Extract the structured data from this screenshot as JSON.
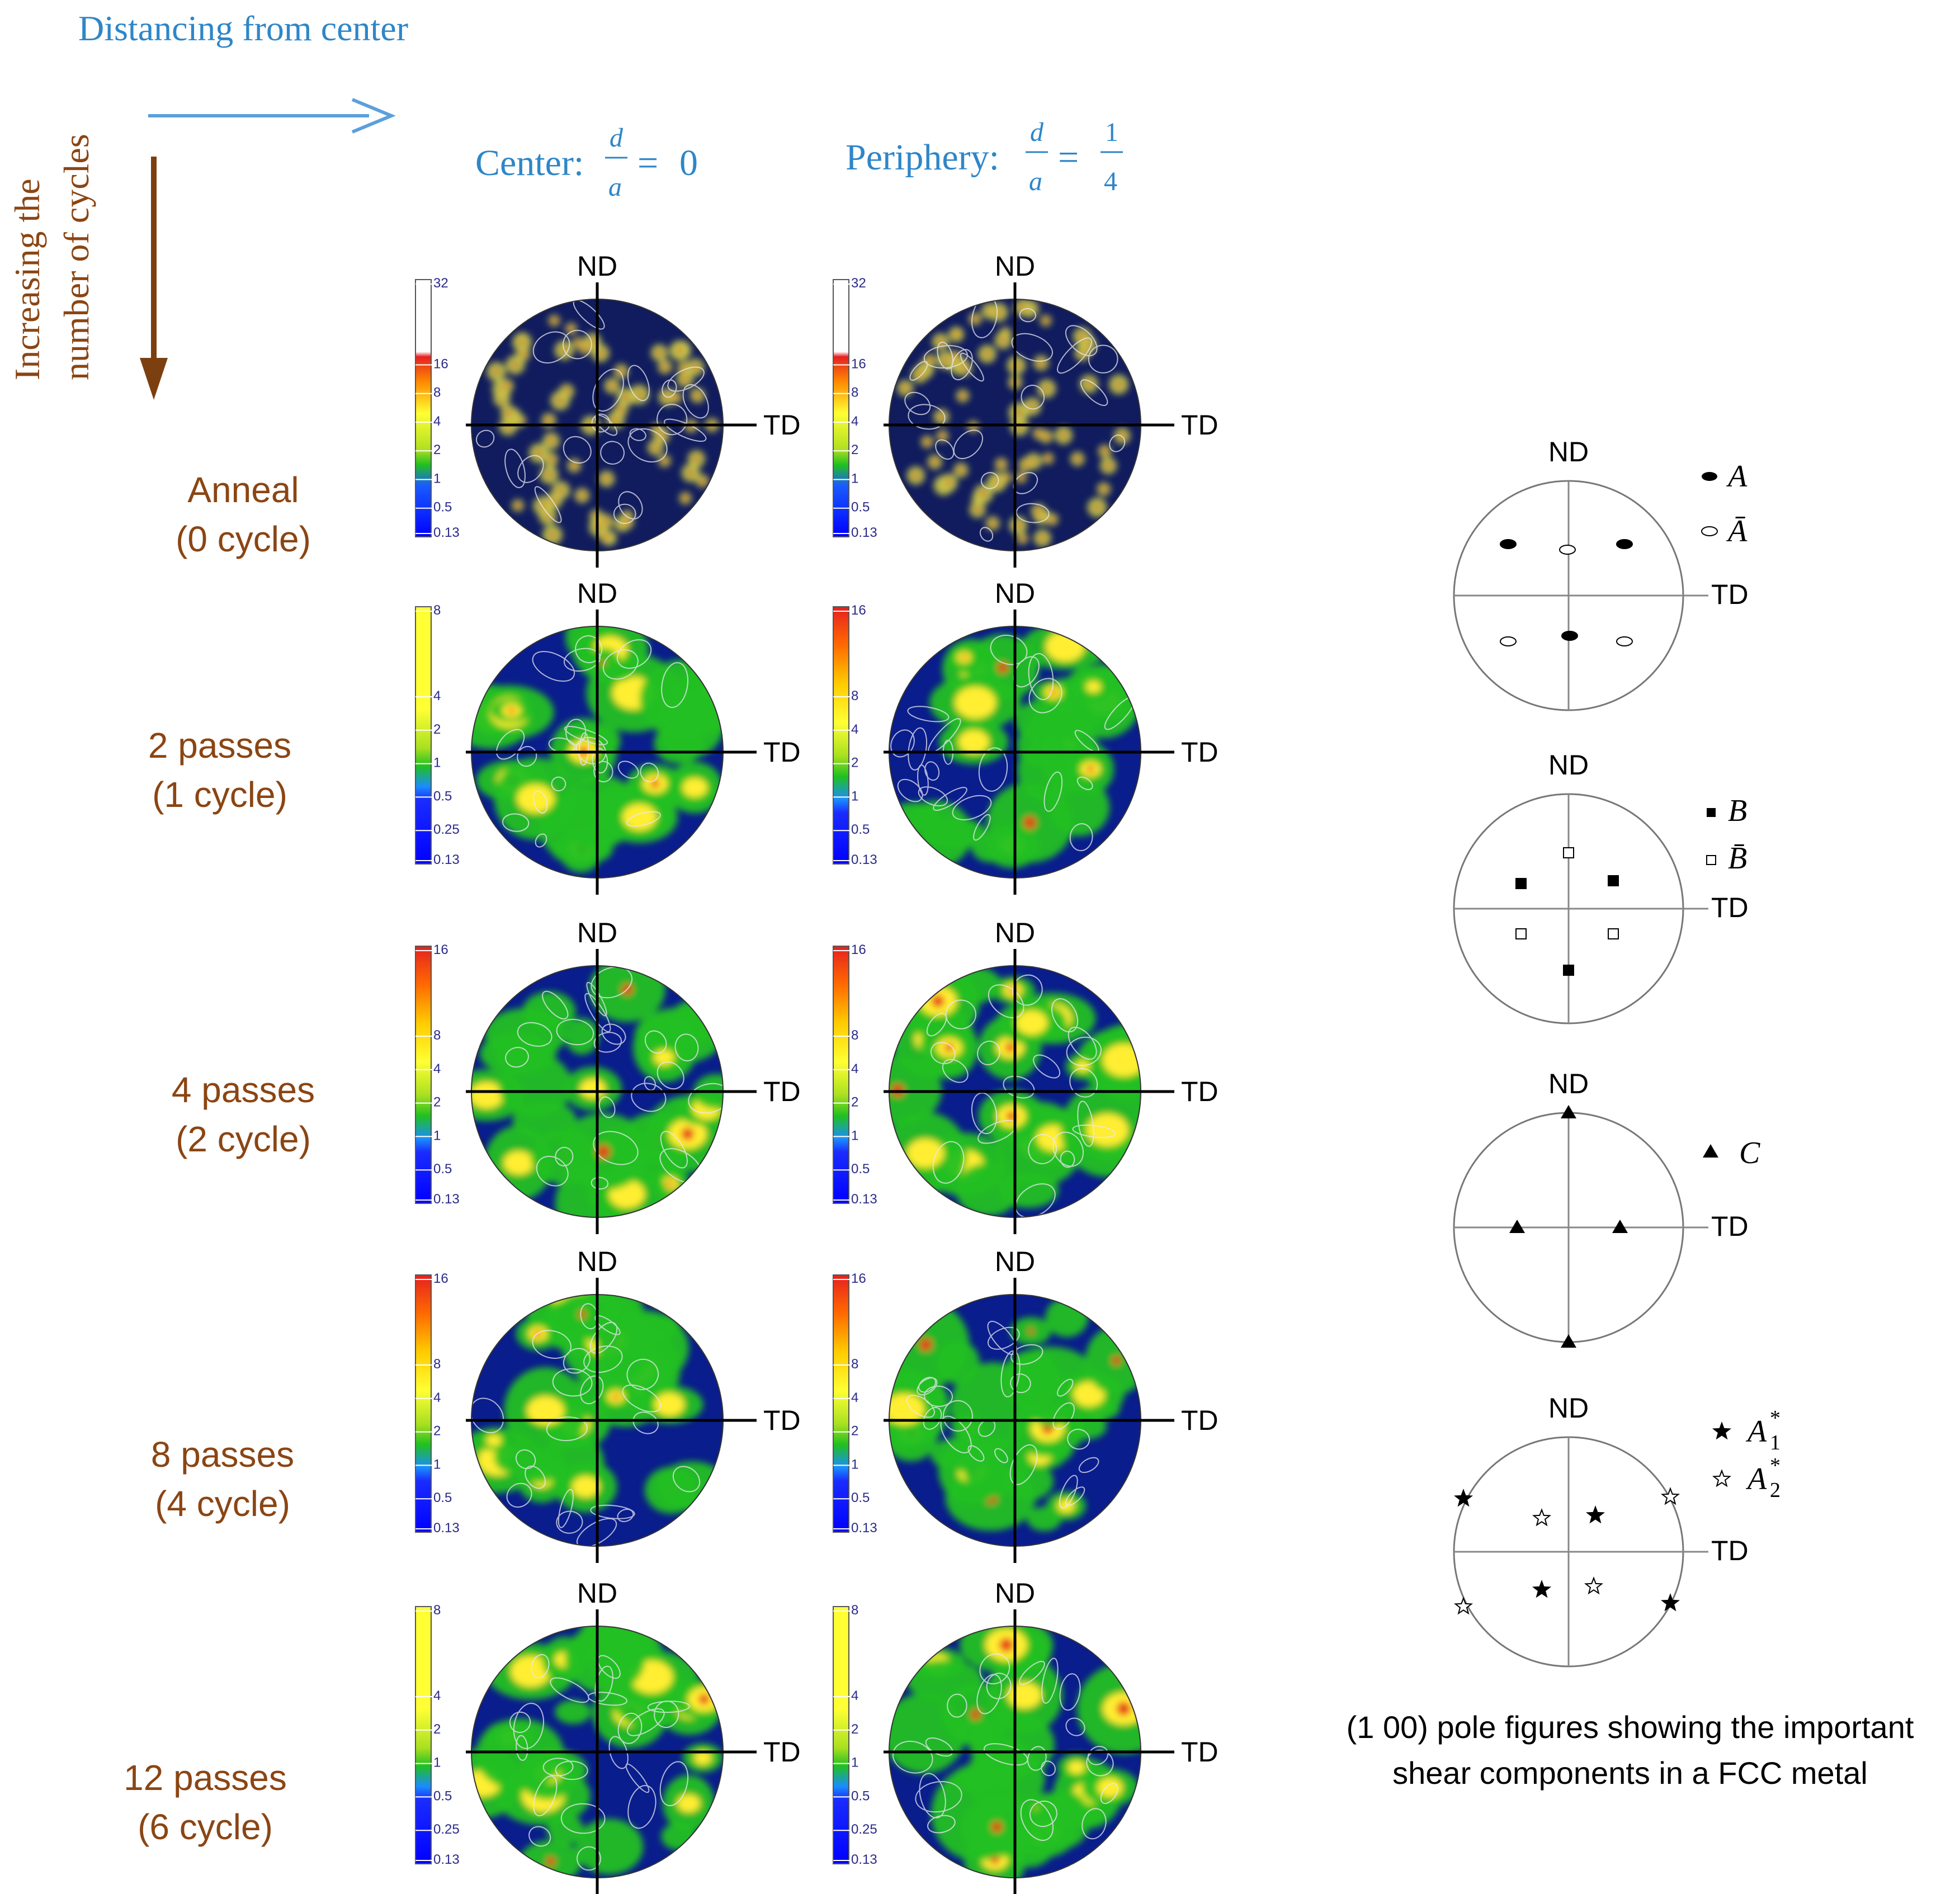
{
  "header": {
    "horizontal_label": "Distancing from center",
    "vertical_label_line1": "Increasing the",
    "vertical_label_line2": "number of cycles"
  },
  "columns": [
    {
      "prefix": "Center:",
      "num": "d",
      "den": "a",
      "eq": "=",
      "rhs": "0"
    },
    {
      "prefix": "Periphery:",
      "num": "d",
      "den": "a",
      "eq": "=",
      "rhs_num": "1",
      "rhs_den": "4"
    }
  ],
  "axis": {
    "nd": "ND",
    "td": "TD"
  },
  "rows": [
    {
      "line1": "Anneal",
      "line2": "(0 cycle)"
    },
    {
      "line1": "2 passes",
      "line2": "(1 cycle)"
    },
    {
      "line1": "4 passes",
      "line2": "(2 cycle)"
    },
    {
      "line1": "8 passes",
      "line2": "(4 cycle)"
    },
    {
      "line1": "12 passes",
      "line2": "(6 cycle)"
    }
  ],
  "colorbars": [
    {
      "ticks": [
        "32",
        "16",
        "8",
        "4",
        "2",
        "1",
        "0.5",
        "0.13"
      ]
    },
    {
      "ticks": [
        "32",
        "16",
        "8",
        "4",
        "2",
        "1",
        "0.5",
        "0.13"
      ]
    },
    {
      "ticks": [
        "8",
        "4",
        "2",
        "1",
        "0.5",
        "0.25",
        "0.13"
      ]
    },
    {
      "ticks": [
        "16",
        "8",
        "4",
        "2",
        "1",
        "0.5",
        "0.13"
      ]
    },
    {
      "ticks": [
        "16",
        "8",
        "4",
        "2",
        "1",
        "0.5",
        "0.13"
      ]
    },
    {
      "ticks": [
        "16",
        "8",
        "4",
        "2",
        "1",
        "0.5",
        "0.13"
      ]
    },
    {
      "ticks": [
        "16",
        "8",
        "4",
        "2",
        "1",
        "0.5",
        "0.13"
      ]
    },
    {
      "ticks": [
        "16",
        "8",
        "4",
        "2",
        "1",
        "0.5",
        "0.13"
      ]
    },
    {
      "ticks": [
        "8",
        "4",
        "2",
        "1",
        "0.5",
        "0.25",
        "0.13"
      ]
    },
    {
      "ticks": [
        "8",
        "4",
        "2",
        "1",
        "0.5",
        "0.25",
        "0.13"
      ]
    }
  ],
  "legend": [
    {
      "symbols": [
        "A",
        "Ā"
      ]
    },
    {
      "symbols": [
        "B",
        "B̄"
      ]
    },
    {
      "symbols": [
        "C"
      ]
    },
    {
      "symbols": [
        "A",
        "A"
      ],
      "subs": [
        "1",
        "2"
      ],
      "sup": "*"
    }
  ],
  "caption": {
    "line1": "(1 00) pole figures showing the important",
    "line2": "shear components in a FCC metal"
  },
  "colors": {
    "blue_text": "#2e86c8",
    "brown_text": "#8b4513",
    "arrow_blue": "#5aa0dc",
    "arrow_brown": "#7b3f10",
    "map_blue": "#0a1d8c",
    "map_deep": "#101c5e"
  }
}
